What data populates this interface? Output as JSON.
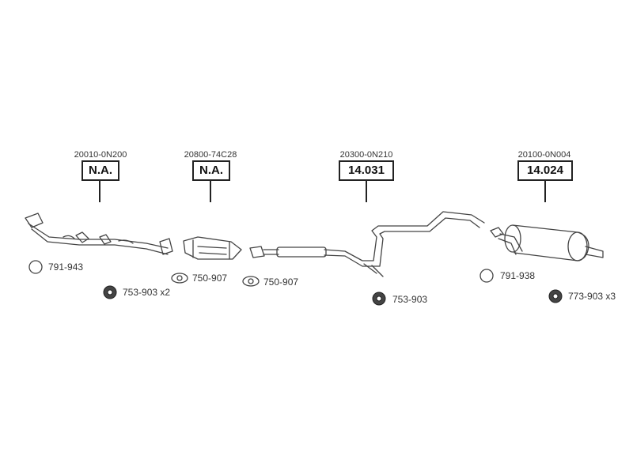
{
  "groups": [
    {
      "oe": "20010-0N200",
      "ref": "N.A."
    },
    {
      "oe": "20800-74C28",
      "ref": "N.A."
    },
    {
      "oe": "20300-0N210",
      "ref": "14.031"
    },
    {
      "oe": "20100-0N004",
      "ref": "14.024"
    }
  ],
  "accessories": [
    {
      "code": "791-943",
      "icon": "ring-icon"
    },
    {
      "code": "753-903 x2",
      "icon": "hanger-icon"
    },
    {
      "code": "750-907",
      "icon": "gasket-icon"
    },
    {
      "code": "750-907",
      "icon": "gasket-icon"
    },
    {
      "code": "753-903",
      "icon": "hanger-icon"
    },
    {
      "code": "791-938",
      "icon": "ring-icon"
    },
    {
      "code": "773-903 x3",
      "icon": "hanger-icon"
    }
  ]
}
